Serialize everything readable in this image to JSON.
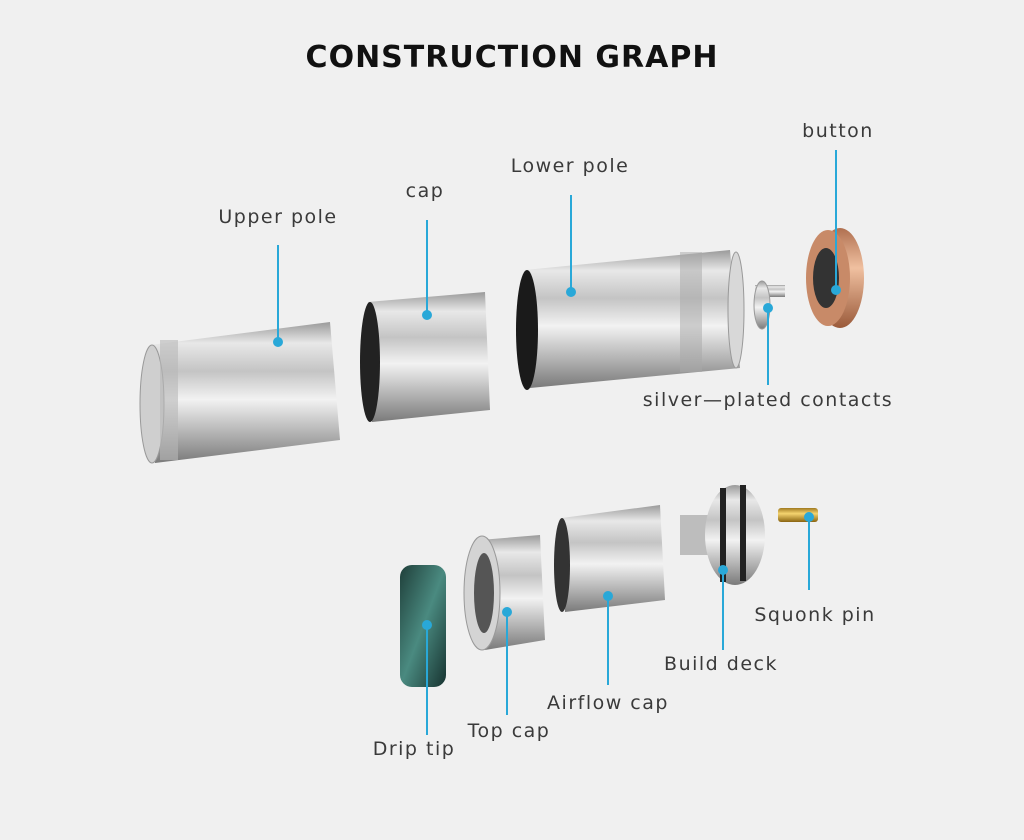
{
  "title": "CONSTRUCTION GRAPH",
  "accent_color": "#29a8d8",
  "labels": {
    "upper_pole": "Upper pole",
    "cap": "cap",
    "lower_pole": "Lower pole",
    "button": "button",
    "contacts": "silver—plated contacts",
    "drip_tip": "Drip tip",
    "top_cap": "Top cap",
    "airflow_cap": "Airflow cap",
    "build_deck": "Build deck",
    "squonk_pin": "Squonk pin"
  }
}
